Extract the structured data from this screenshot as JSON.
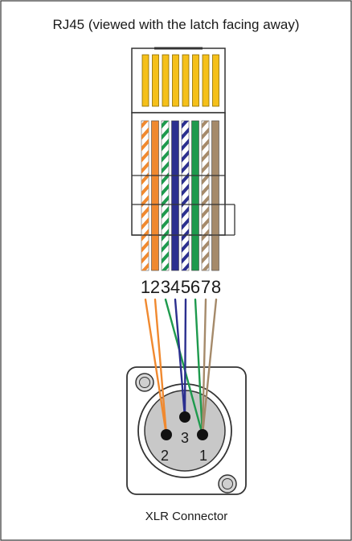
{
  "title": "RJ45 (viewed with the latch facing away)",
  "pin_numbers": [
    "1",
    "2",
    "3",
    "4",
    "5",
    "6",
    "7",
    "8"
  ],
  "xlr": {
    "label": "XLR Connector",
    "pins": {
      "p1": "1",
      "p2": "2",
      "p3": "3"
    }
  },
  "colors": {
    "orange": "#f0892f",
    "green": "#1e9a4d",
    "blue": "#2b2f8f",
    "brown": "#a58a6a",
    "gold": "#f5c01a",
    "gray": "#c8c8c8"
  }
}
